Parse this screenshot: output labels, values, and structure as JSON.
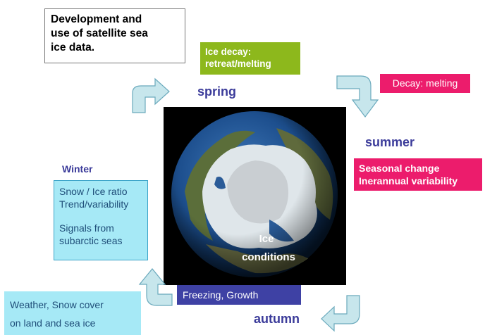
{
  "title_box": {
    "line1": "Development and",
    "line2": "use of satellite sea",
    "line3": "ice data."
  },
  "spring": {
    "label": "spring",
    "box_line1": "Ice decay:",
    "box_line2": "retreat/melting"
  },
  "summer": {
    "label": "summer",
    "decay_label": "Decay: melting",
    "box_line1": "Seasonal change",
    "box_line2": "Inerannual variability"
  },
  "winter": {
    "label": "Winter",
    "line1": "Snow / Ice ratio",
    "line2": "Trend/variability",
    "line3": "Signals from",
    "line4": "subarctic seas"
  },
  "autumn": {
    "label": "autumn",
    "box_label": "Freezing, Growth"
  },
  "weather": {
    "line1": "Weather, Snow cover",
    "line2": "on land and sea ice"
  },
  "globe": {
    "label_line1": "Ice",
    "label_line2": "conditions"
  },
  "colors": {
    "green": "#8db81c",
    "magenta": "#ec1c6c",
    "light_blue": "#a6e9f6",
    "navy": "#3e41a4",
    "season_text": "#3b3b9a"
  }
}
